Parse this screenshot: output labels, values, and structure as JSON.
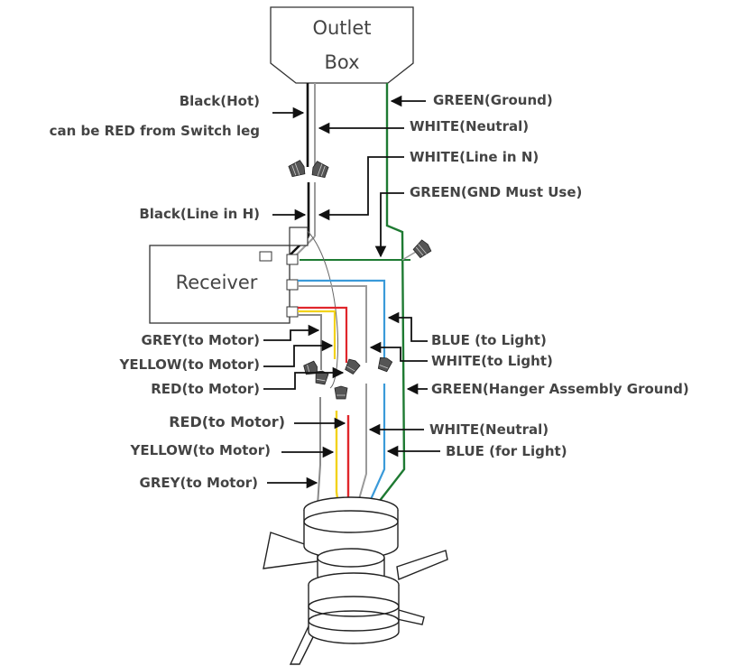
{
  "boxes": {
    "outlet_line1": "Outlet",
    "outlet_line2": "Box",
    "receiver": "Receiver"
  },
  "labels": {
    "black_hot": "Black(Hot)",
    "switch_leg_note": "can be RED from Switch leg",
    "black_line_in": "Black(Line in H)",
    "green_ground": "GREEN(Ground)",
    "white_neutral_top": "WHITE(Neutral)",
    "white_line_in": "WHITE(Line in N)",
    "green_gnd_must_use": "GREEN(GND Must Use)",
    "grey_motor_upper": "GREY(to Motor)",
    "yellow_motor_upper": "YELLOW(to Motor)",
    "red_motor_upper": "RED(to Motor)",
    "blue_to_light": "BLUE (to Light)",
    "white_to_light": "WHITE(to Light)",
    "green_hanger": "GREEN(Hanger Assembly Ground)",
    "red_motor_lower": "RED(to Motor)",
    "yellow_motor_lower": "YELLOW(to Motor)",
    "grey_motor_lower": "GREY(to Motor)",
    "white_neutral_lower": "WHITE(Neutral)",
    "blue_for_light": "BLUE (for Light)"
  },
  "colors": {
    "label_text": "#444444",
    "black_wire": "#111111",
    "white_wire": "#9a9a9a",
    "green_wire": "#1e7a32",
    "blue_wire": "#3a9ad9",
    "red_wire": "#e0262b",
    "yellow_wire": "#f2d21b",
    "grey_wire": "#8a8a8a"
  }
}
